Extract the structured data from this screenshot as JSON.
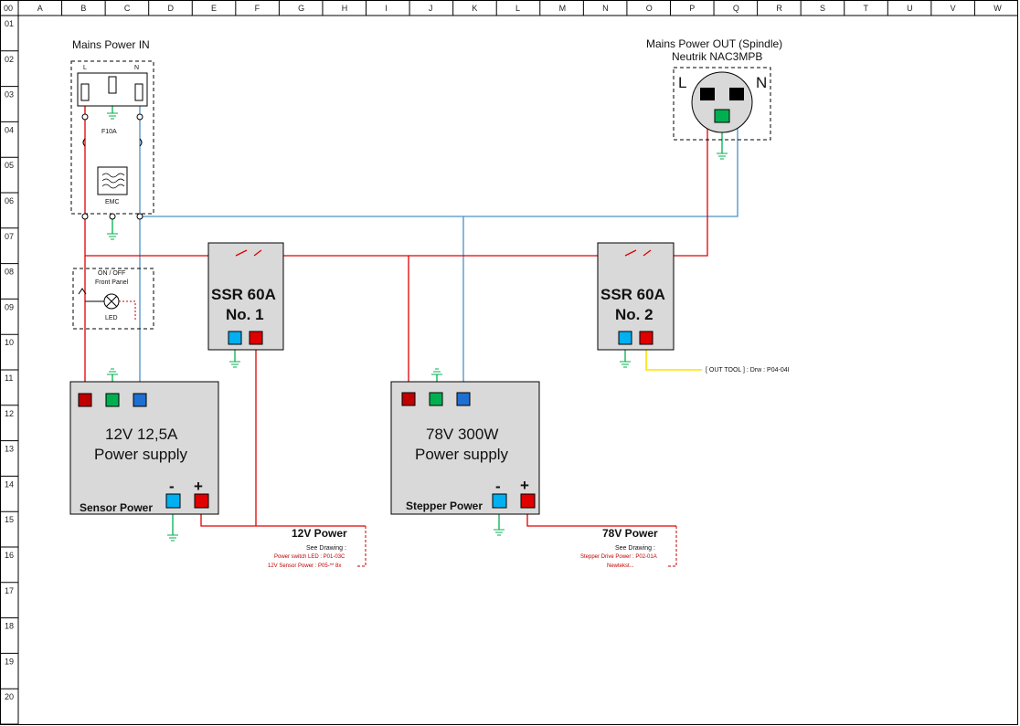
{
  "grid": {
    "corner": "00",
    "columns": [
      "A",
      "B",
      "C",
      "D",
      "E",
      "F",
      "G",
      "H",
      "I",
      "J",
      "K",
      "L",
      "M",
      "N",
      "O",
      "P",
      "Q",
      "R",
      "S",
      "T",
      "U",
      "V",
      "W"
    ],
    "rows": [
      "01",
      "02",
      "03",
      "04",
      "05",
      "06",
      "07",
      "08",
      "09",
      "10",
      "11",
      "12",
      "13",
      "14",
      "15",
      "16",
      "17",
      "18",
      "19",
      "20"
    ]
  },
  "mains_in": {
    "title": "Mains Power IN",
    "pin_l": "L",
    "pin_n": "N",
    "fuse": "F10A",
    "filter": "EMC"
  },
  "mains_out": {
    "title_1": "Mains Power OUT (Spindle)",
    "title_2": "Neutrik NAC3MPB",
    "pin_l": "L",
    "pin_n": "N"
  },
  "switch_panel": {
    "title_1": "ON / OFF",
    "title_2": "Front Panel",
    "led": "LED"
  },
  "ssr1": {
    "line1": "SSR 60A",
    "line2": "No. 1"
  },
  "ssr2": {
    "line1": "SSR 60A",
    "line2": "No. 2"
  },
  "psu1": {
    "line1": "12V 12,5A",
    "line2": "Power supply",
    "name": "Sensor Power",
    "minus": "-",
    "plus": "+"
  },
  "psu2": {
    "line1": "78V 300W",
    "line2": "Power supply",
    "name": "Stepper Power",
    "minus": "-",
    "plus": "+"
  },
  "out_tool": "[ OUT TOOL ] : Drw : P04-04I",
  "ref12": {
    "title": "12V Power",
    "see": "See Drawing :",
    "line1": "Power switch LED : P01-03C",
    "line2": "12V Sensor Power : P05-** 8x"
  },
  "ref78": {
    "title": "78V Power",
    "see": "See Drawing :",
    "line1": "Stepper Drive Power : P02-01A",
    "line2": "Newtekst..."
  },
  "colors": {
    "live": "#e00000",
    "neutral": "#4a90c8",
    "earth": "#00b050",
    "signal": "#ffe000",
    "box": "#d9d9d9"
  }
}
